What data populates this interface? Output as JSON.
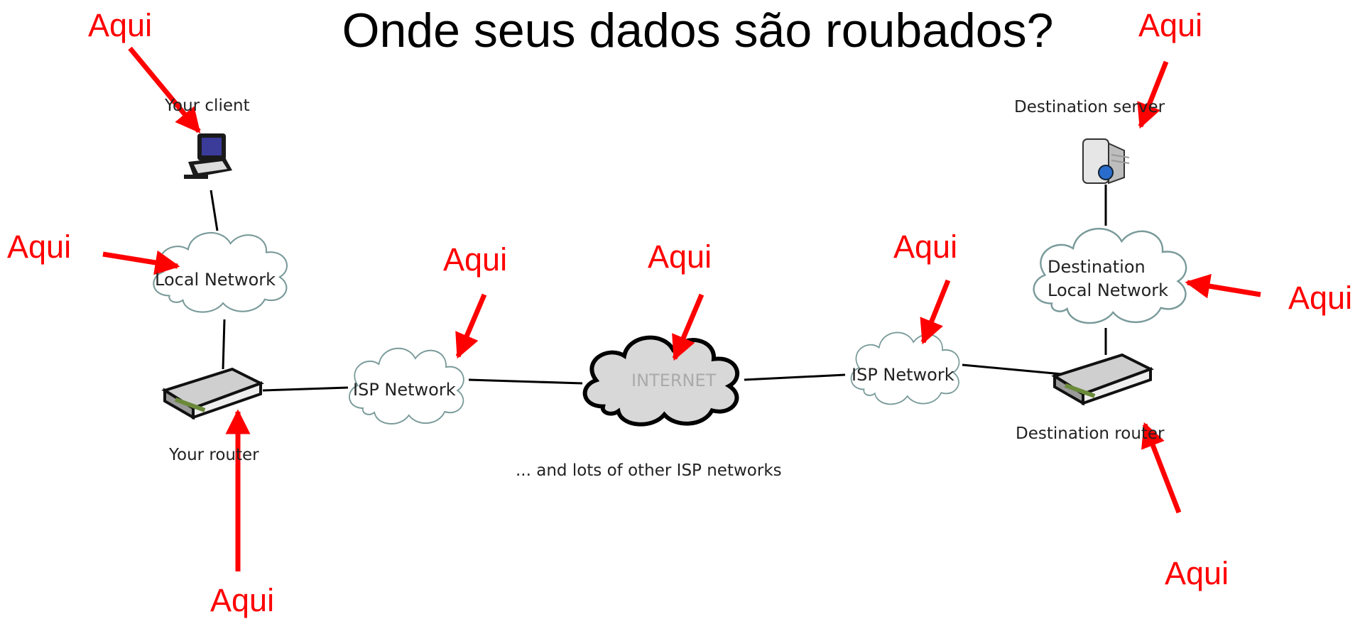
{
  "title": "Onde seus dados são roubados?",
  "nodes": {
    "your_client": "Your client",
    "local_network": "Local Network",
    "your_router": "Your router",
    "isp_network_left": "ISP Network",
    "internet": "INTERNET",
    "other_isps": "... and lots of other ISP networks",
    "isp_network_right": "ISP Network",
    "destination_router": "Destination router",
    "destination_local_network_line1": "Destination",
    "destination_local_network_line2": "Local Network",
    "destination_server": "Destination server"
  },
  "markers": {
    "client": "Aqui",
    "local_network": "Aqui",
    "router": "Aqui",
    "isp_left": "Aqui",
    "internet": "Aqui",
    "isp_right": "Aqui",
    "server": "Aqui",
    "dest_local_network": "Aqui",
    "dest_router": "Aqui"
  },
  "colors": {
    "marker": "#ff0000",
    "line": "#000000",
    "cloud_fill": "#ffffff",
    "cloud_stroke": "#7a9a9a",
    "internet_fill": "#d8d8d8"
  }
}
